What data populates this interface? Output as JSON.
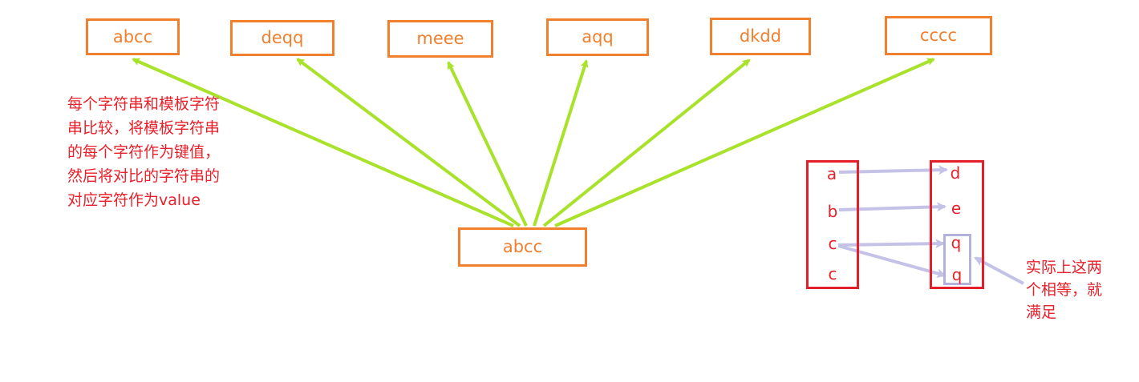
{
  "words": [
    "abcc",
    "deqq",
    "meee",
    "aqq",
    "dkdd",
    "cccc"
  ],
  "template_word": "abcc",
  "note_lines": [
    "每个字符串和模板字符",
    "串比较，将模板字符串",
    "的每个字符作为键值，",
    "然后将对比的字符串的",
    "对应字符作为value"
  ],
  "mapping": {
    "keys": [
      "a",
      "b",
      "c",
      "c"
    ],
    "values": [
      "d",
      "e",
      "q",
      "q"
    ]
  },
  "side_note_lines": [
    "实际上这两",
    "个相等，就",
    "满足"
  ],
  "colors": {
    "word_border": "#f07f2e",
    "arrow_green": "#a8e22a",
    "note_red": "#e8202a",
    "map_border": "#e3202a",
    "arrow_lavender": "#c4c2e6"
  }
}
